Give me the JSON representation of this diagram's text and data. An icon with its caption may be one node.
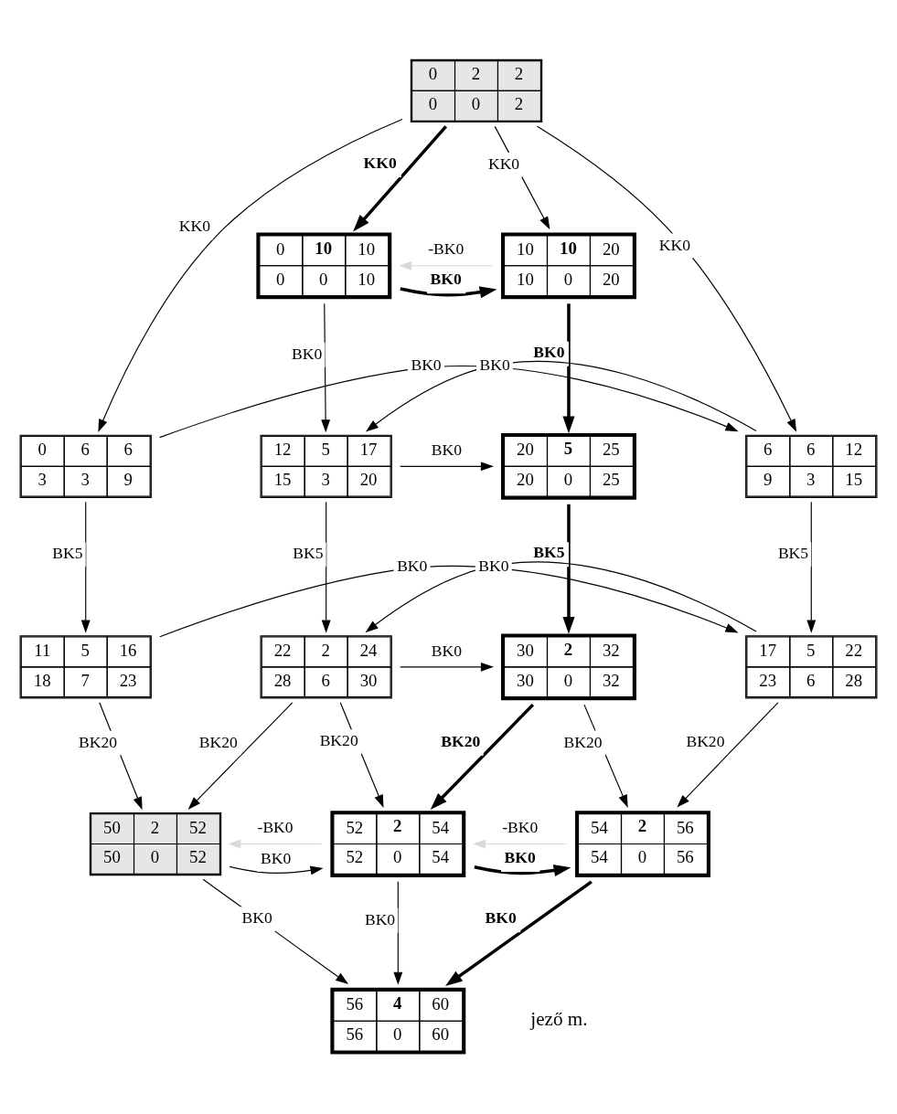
{
  "diagram": {
    "nodes": [
      {
        "text": [
          "0",
          "2",
          "2",
          "0",
          "0",
          "2"
        ]
      },
      {
        "text": [
          "0",
          "10",
          "10",
          "0",
          "0",
          "10"
        ]
      },
      {
        "text": [
          "10",
          "10",
          "20",
          "10",
          "0",
          "20"
        ]
      },
      {
        "text": [
          "0",
          "6",
          "6",
          "3",
          "3",
          "9"
        ]
      },
      {
        "text": [
          "12",
          "5",
          "17",
          "15",
          "3",
          "20"
        ]
      },
      {
        "text": [
          "20",
          "5",
          "25",
          "20",
          "0",
          "25"
        ]
      },
      {
        "text": [
          "6",
          "6",
          "12",
          "9",
          "3",
          "15"
        ]
      },
      {
        "text": [
          "11",
          "5",
          "16",
          "18",
          "7",
          "23"
        ]
      },
      {
        "text": [
          "22",
          "2",
          "24",
          "28",
          "6",
          "30"
        ]
      },
      {
        "text": [
          "30",
          "2",
          "32",
          "30",
          "0",
          "32"
        ]
      },
      {
        "text": [
          "17",
          "5",
          "22",
          "23",
          "6",
          "28"
        ]
      },
      {
        "text": [
          "50",
          "2",
          "52",
          "50",
          "0",
          "52"
        ]
      },
      {
        "text": [
          "52",
          "2",
          "54",
          "52",
          "0",
          "54"
        ]
      },
      {
        "text": [
          "54",
          "2",
          "56",
          "54",
          "0",
          "56"
        ]
      },
      {
        "text": [
          "56",
          "4",
          "60",
          "56",
          "0",
          "60"
        ]
      }
    ],
    "edges": [
      {
        "from": 0,
        "to": 3,
        "arrow": "to",
        "label": "KK0"
      },
      {
        "from": 0,
        "to": 1,
        "arrow": "to",
        "label": "KK0",
        "style": "thick"
      },
      {
        "from": 0,
        "to": 2,
        "arrow": "to",
        "label": "KK0"
      },
      {
        "from": 0,
        "to": 6,
        "arrow": "to",
        "label": "KK0"
      },
      {
        "from": 1,
        "to": 2,
        "arrow": "to",
        "label": "BK0",
        "style": "thick"
      },
      {
        "from": 2,
        "to": 1,
        "arrow": "to",
        "label": "-BK0",
        "color": "#d9d9d9"
      },
      {
        "from": 1,
        "to": 4,
        "arrow": "to",
        "label": "BK0"
      },
      {
        "from": 2,
        "to": 5,
        "arrow": "to",
        "label": "BK0",
        "style": "thick"
      },
      {
        "from": 3,
        "to": 6,
        "arrow": "to",
        "label": "BK0"
      },
      {
        "from": 6,
        "to": 4,
        "arrow": "to",
        "label": "BK0"
      },
      {
        "from": 4,
        "to": 5,
        "arrow": "to",
        "label": "BK0"
      },
      {
        "from": 3,
        "to": 7,
        "arrow": "to",
        "label": "BK5"
      },
      {
        "from": 4,
        "to": 8,
        "arrow": "to",
        "label": "BK5"
      },
      {
        "from": 5,
        "to": 9,
        "arrow": "to",
        "label": "BK5",
        "style": "thick"
      },
      {
        "from": 6,
        "to": 10,
        "arrow": "to",
        "label": "BK5"
      },
      {
        "from": 7,
        "to": 10,
        "arrow": "to",
        "label": "BK0"
      },
      {
        "from": 10,
        "to": 8,
        "arrow": "to",
        "label": "BK0"
      },
      {
        "from": 8,
        "to": 9,
        "arrow": "to",
        "label": "BK0"
      },
      {
        "from": 7,
        "to": 11,
        "arrow": "to",
        "label": "BK20"
      },
      {
        "from": 8,
        "to": 11,
        "arrow": "to",
        "label": "BK20"
      },
      {
        "from": 8,
        "to": 12,
        "arrow": "to",
        "label": "BK20"
      },
      {
        "from": 9,
        "to": 12,
        "arrow": "to",
        "label": "BK20",
        "style": "thick"
      },
      {
        "from": 9,
        "to": 13,
        "arrow": "to",
        "label": "BK20"
      },
      {
        "from": 10,
        "to": 13,
        "arrow": "to",
        "label": "BK20"
      },
      {
        "from": 11,
        "to": 12,
        "arrow": "to",
        "label": "BK0"
      },
      {
        "from": 12,
        "to": 11,
        "arrow": "to",
        "label": "-BK0",
        "color": "#d9d9d9"
      },
      {
        "from": 12,
        "to": 13,
        "arrow": "to",
        "label": "BK0",
        "style": "thick"
      },
      {
        "from": 13,
        "to": 12,
        "arrow": "to",
        "label": "-BK0",
        "color": "#d9d9d9"
      },
      {
        "from": 11,
        "to": 14,
        "arrow": "to",
        "label": "BK0"
      },
      {
        "from": 12,
        "to": 14,
        "arrow": "to",
        "label": "BK0"
      },
      {
        "from": 13,
        "to": 14,
        "arrow": "to",
        "label": "BK0",
        "style": "thick"
      }
    ],
    "labels": [
      "jező m."
    ]
  }
}
